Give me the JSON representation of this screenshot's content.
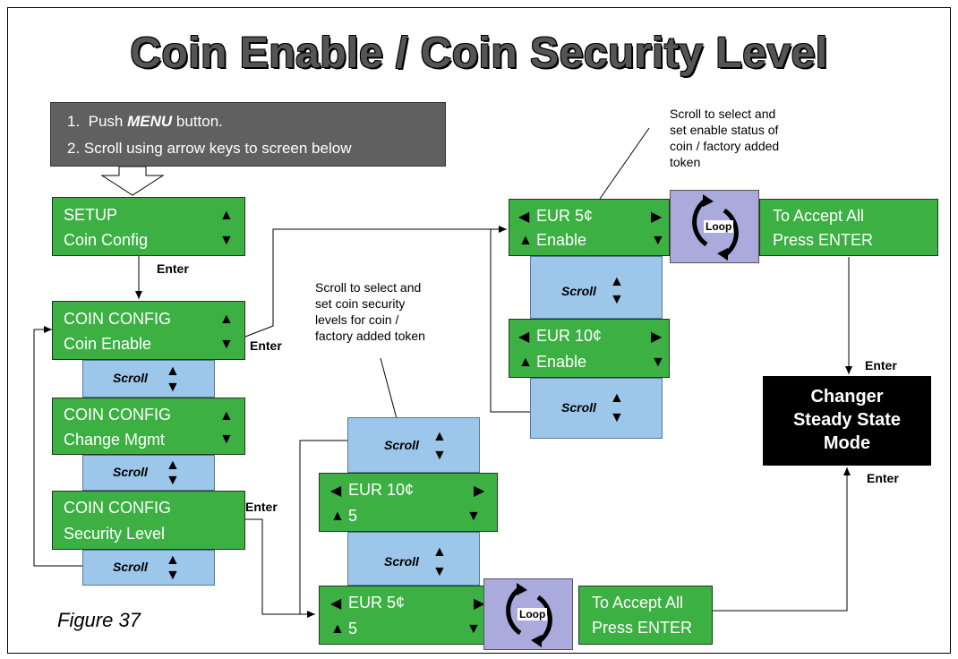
{
  "title": "Coin Enable / Coin Security Level",
  "instructions": {
    "step1_num": "1.",
    "step1_pre": "Push ",
    "step1_key": "MENU",
    "step1_post": " button.",
    "step2": "2.  Scroll using arrow keys to screen below"
  },
  "screens": {
    "setup": {
      "line1": "SETUP",
      "line2": "Coin Config"
    },
    "coin_enable": {
      "line1": "COIN CONFIG",
      "line2": "Coin Enable"
    },
    "change_mgmt": {
      "line1": "COIN CONFIG",
      "line2": "Change Mgmt"
    },
    "security_level": {
      "line1": "COIN CONFIG",
      "line2": "Security Level"
    },
    "eur5_enable": {
      "line1": "EUR 5¢",
      "line2": "Enable"
    },
    "eur10_enable": {
      "line1": "EUR 10¢",
      "line2": "Enable"
    },
    "eur10_sec": {
      "line1": "EUR 10¢",
      "line2": "5"
    },
    "eur5_sec": {
      "line1": "EUR 5¢",
      "line2": "5"
    },
    "accept_top": {
      "line1": "To Accept All",
      "line2": "Press ENTER"
    },
    "accept_bottom": {
      "line1": "To Accept All",
      "line2": "Press ENTER"
    }
  },
  "labels": {
    "enter": "Enter",
    "scroll": "Scroll",
    "loop": "Loop"
  },
  "notes": {
    "enable_note": [
      "Scroll to select and",
      "set enable status of",
      "coin / factory added",
      "token"
    ],
    "security_note": [
      "Scroll to select and",
      "set coin security",
      "levels for coin /",
      "factory added token"
    ]
  },
  "changer": {
    "line1": "Changer",
    "line2": "Steady State",
    "line3": "Mode"
  },
  "figure": "Figure 37",
  "colors": {
    "green": "#3cb043",
    "blue": "#9cc7ea",
    "purple": "#aaaadd",
    "gray": "#606060"
  }
}
